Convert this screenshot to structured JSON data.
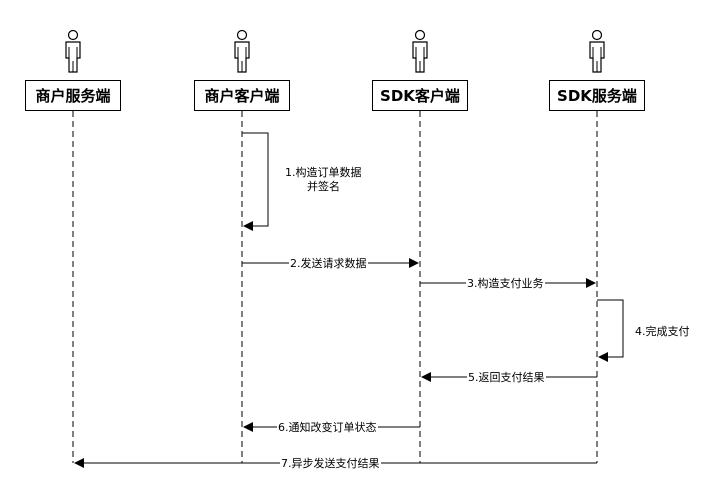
{
  "actors": [
    {
      "id": "merchant_server",
      "label": "商户服务端"
    },
    {
      "id": "merchant_client",
      "label": "商户客户端"
    },
    {
      "id": "sdk_client",
      "label": "SDK客户端"
    },
    {
      "id": "sdk_server",
      "label": "SDK服务端"
    }
  ],
  "messages": [
    {
      "id": "m1",
      "line1": "1.构造订单数据",
      "line2": "并签名"
    },
    {
      "id": "m2",
      "label": "2.发送请求数据"
    },
    {
      "id": "m3",
      "label": "3.构造支付业务"
    },
    {
      "id": "m4",
      "label": "4.完成支付"
    },
    {
      "id": "m5",
      "label": "5.返回支付结果"
    },
    {
      "id": "m6",
      "label": "6.通知改变订单状态"
    },
    {
      "id": "m7",
      "label": "7.异步发送支付结果"
    }
  ]
}
